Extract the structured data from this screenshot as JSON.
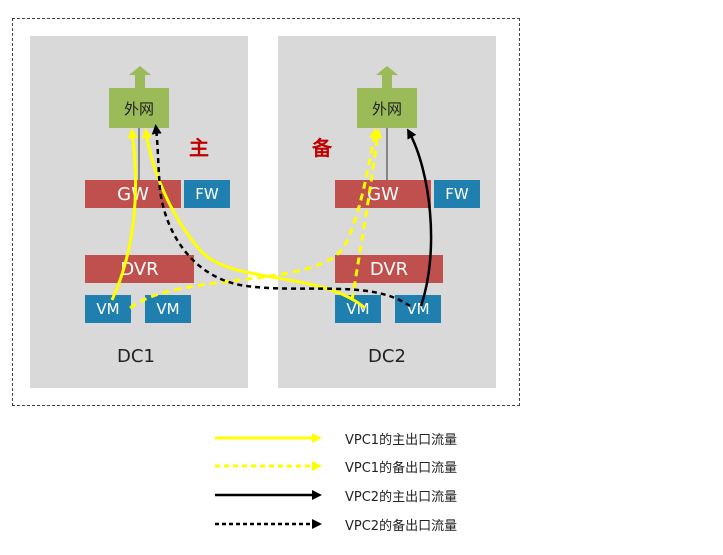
{
  "dc1": {
    "label": "DC1",
    "wan": "外网",
    "gw": "GW",
    "fw": "FW",
    "dvr": "DVR",
    "vm1": "VM",
    "vm2": "VM",
    "role": "主"
  },
  "dc2": {
    "label": "DC2",
    "wan": "外网",
    "gw": "GW",
    "fw": "FW",
    "dvr": "DVR",
    "vm1": "VM",
    "vm2": "VM",
    "role": "备"
  },
  "legend": [
    {
      "label": "VPC1的主出口流量",
      "color": "#ffff00",
      "dashed": false
    },
    {
      "label": "VPC1的备出口流量",
      "color": "#ffff00",
      "dashed": true
    },
    {
      "label": "VPC2的主出口流量",
      "color": "#000000",
      "dashed": false
    },
    {
      "label": "VPC2的备出口流量",
      "color": "#000000",
      "dashed": true
    }
  ],
  "colors": {
    "wan": "#9bbb59",
    "gw": "#c0504d",
    "fw": "#1f7fae",
    "vm": "#1f7fae",
    "dc_bg": "#d9d9d9",
    "role": "#c00000"
  }
}
